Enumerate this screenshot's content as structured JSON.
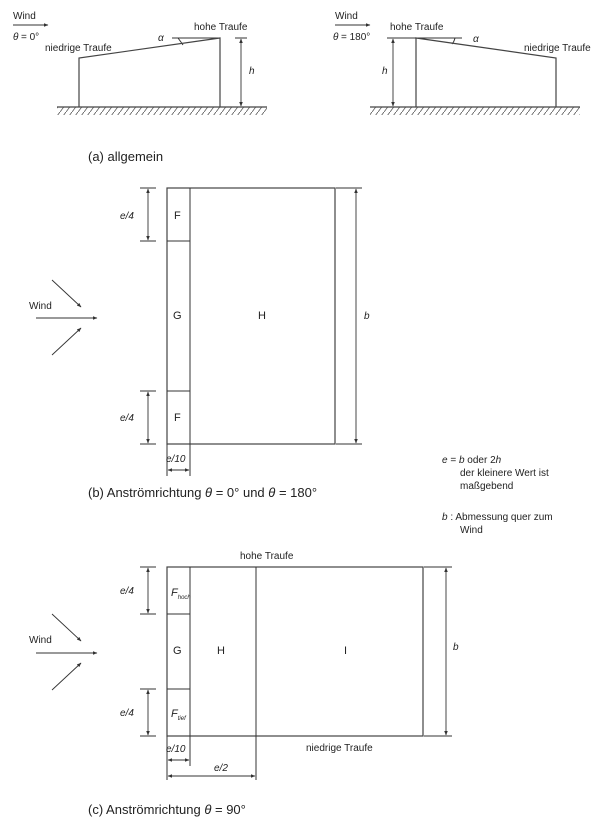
{
  "section_a": {
    "left": {
      "wind": "Wind",
      "theta_sym": "θ",
      "theta_val": "= 0°",
      "low_eave": "niedrige Traufe",
      "high_eave": "hohe Traufe",
      "alpha": "α",
      "height": "h"
    },
    "right": {
      "wind": "Wind",
      "theta_sym": "θ",
      "theta_val": "= 180°",
      "high_eave": "hohe Traufe",
      "low_eave": "niedrige Traufe",
      "alpha": "α",
      "height": "h"
    },
    "caption": "(a) allgemein"
  },
  "section_b": {
    "wind": "Wind",
    "zones": {
      "f_top": "F",
      "g": "G",
      "h": "H",
      "f_bottom": "F"
    },
    "dims": {
      "e4_top": "e/4",
      "e4_bottom": "e/4",
      "e10": "e/10",
      "b": "b"
    },
    "caption_pre": "(b) Anströmrichtung ",
    "caption_theta1": "θ",
    "caption_mid": " = 0° und ",
    "caption_theta2": "θ",
    "caption_post": " = 180°"
  },
  "notes": {
    "e_def_e": "e",
    "e_def_eq": " = ",
    "e_def_b": "b",
    "e_def_or": " oder 2",
    "e_def_h": "h",
    "line2": "der kleinere Wert ist",
    "line3": "maßgebend",
    "b_def_b": "b",
    "b_def_rest": " : Abmessung quer zum",
    "b_def_line2": "Wind"
  },
  "section_c": {
    "wind": "Wind",
    "high_eave": "hohe Traufe",
    "low_eave": "niedrige Traufe",
    "zones": {
      "f_up_main": "F",
      "f_up_sub": "hoch",
      "g": "G",
      "h": "H",
      "i": "I",
      "f_low_main": "F",
      "f_low_sub": "tief"
    },
    "dims": {
      "e4_top": "e/4",
      "e4_bottom": "e/4",
      "e10": "e/10",
      "e2": "e/2",
      "b": "b"
    },
    "caption_pre": "(c) Anströmrichtung ",
    "caption_theta": "θ",
    "caption_post": " = 90°"
  }
}
